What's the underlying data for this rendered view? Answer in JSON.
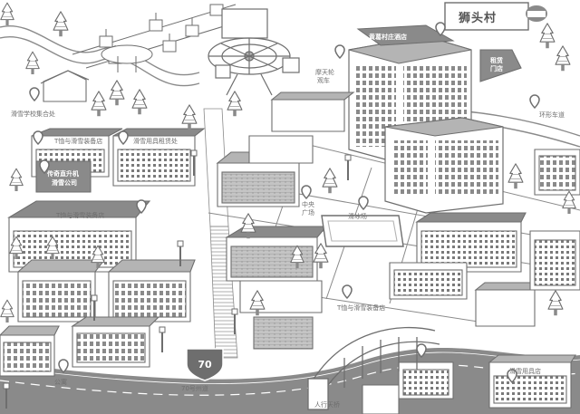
{
  "map": {
    "title": "狮头村",
    "route_number": "70",
    "labels": {
      "ski_school": "滑雪学校集合处",
      "t_shop_1": "T恤与滑雪装备店",
      "ski_rental": "滑雪用具租赁处",
      "lift_company_line1": "传奇直升机",
      "lift_company_line2": "滑雪公司",
      "t_shop_2": "T恤与滑雪装备店",
      "hotel": "黄葛村庄酒店",
      "ferris_line1": "摩天轮",
      "ferris_line2": "观车",
      "ring_road": "环形车道",
      "rental_sign_line1": "租赁",
      "rental_sign_line2": "门店",
      "central_line1": "中央",
      "central_line2": "广场",
      "skating": "滑冰场",
      "t_shop_3": "T恤与滑雪装备店",
      "apartment": "公寓",
      "highway": "70号州道",
      "footbridge": "人行天桥",
      "ski_shop": "滑雪用具店"
    }
  },
  "colors": {
    "line": "#6e6e6e",
    "fill": "#b4b4b4",
    "dark": "#8a8a8a",
    "road": "#7a7a7a"
  },
  "icons": [
    "map-pin-icon",
    "pine-tree-icon",
    "route-shield-icon",
    "ferris-wheel-icon",
    "cable-car-icon"
  ]
}
